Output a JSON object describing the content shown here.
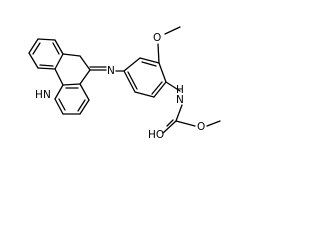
{
  "structure": {
    "atoms": {
      "acridine_nh": "H",
      "acridine_n": "N",
      "imine_n": "N",
      "methoxy_o": "O",
      "carbamate_nh": "H",
      "carbamate_n": "N",
      "hydroxy_o": "HO",
      "ester_o": "O"
    }
  }
}
